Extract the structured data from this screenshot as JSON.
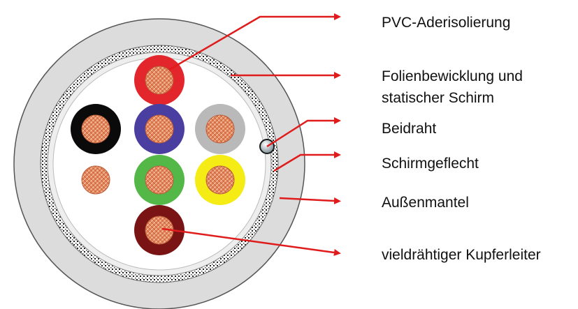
{
  "labels": {
    "pvc_insulation": "PVC-Aderisolierung",
    "foil_line1": "Folienbewicklung und",
    "foil_line2": "statischer Schirm",
    "drain_wire": "Beidraht",
    "braid": "Schirmgeflecht",
    "outer_jacket": "Außenmantel",
    "conductor": "vieldrähtiger Kupferleiter"
  },
  "colors": {
    "arrow": "#e01b1b",
    "jacket": "#dcdcdc",
    "core_red": "#e3262c",
    "core_black": "#0a0a0a",
    "core_blue": "#4a3fa0",
    "core_grey": "#b9b9b9",
    "core_white": "#ffffff",
    "core_green": "#54b848",
    "core_yellow": "#f4ec14",
    "core_brown": "#7a1414",
    "copper": "#e0805a"
  },
  "cores": [
    "red",
    "black",
    "blue",
    "grey",
    "white",
    "green",
    "yellow",
    "brown"
  ]
}
